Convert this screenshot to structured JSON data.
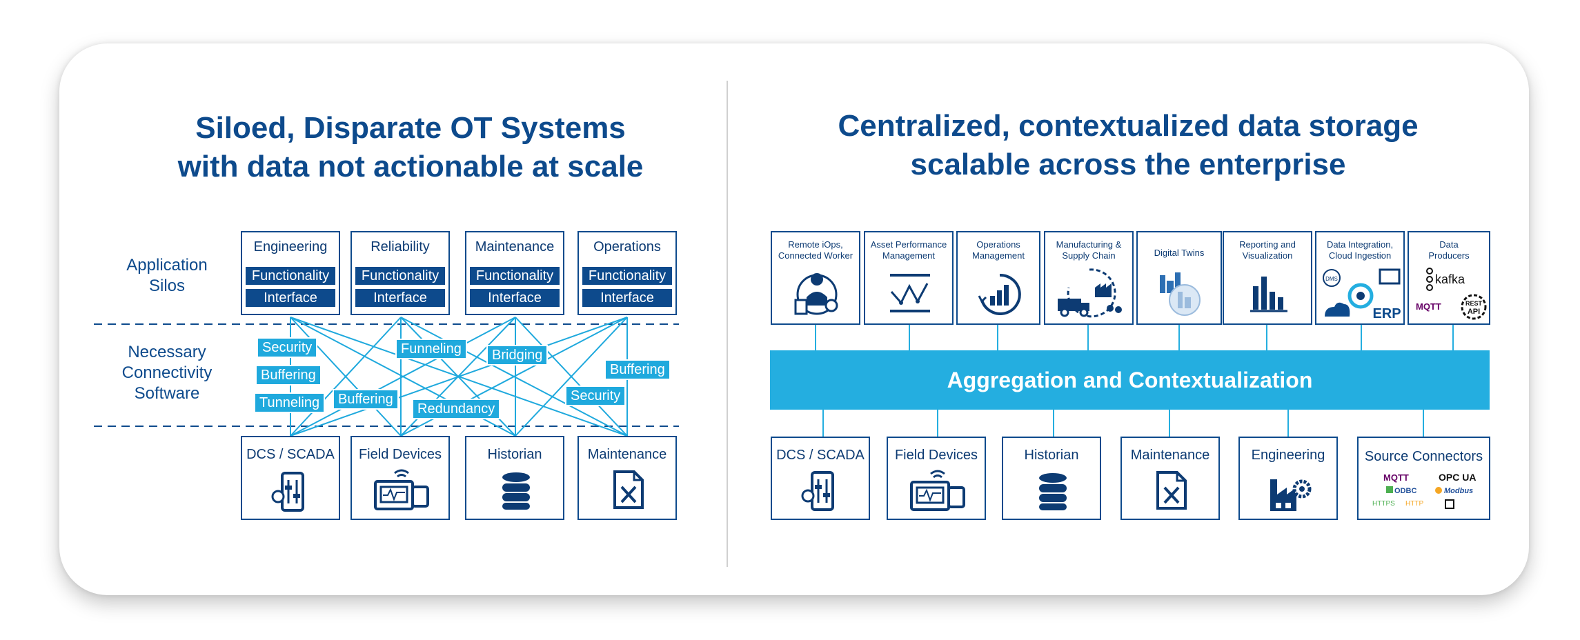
{
  "left": {
    "title_line1": "Siloed, Disparate OT Systems",
    "title_line2": "with data not actionable at scale",
    "label_silos_1": "Application",
    "label_silos_2": "Silos",
    "label_conn_1": "Necessary",
    "label_conn_2": "Connectivity",
    "label_conn_3": "Software",
    "silos": [
      {
        "name": "Engineering",
        "bar1": "Functionality",
        "bar2": "Interface"
      },
      {
        "name": "Reliability",
        "bar1": "Functionality",
        "bar2": "Interface"
      },
      {
        "name": "Maintenance",
        "bar1": "Functionality",
        "bar2": "Interface"
      },
      {
        "name": "Operations",
        "bar1": "Functionality",
        "bar2": "Interface"
      }
    ],
    "tags": [
      "Security",
      "Buffering",
      "Tunneling",
      "Buffering",
      "Funneling",
      "Redundancy",
      "Bridging",
      "Security",
      "Buffering"
    ],
    "sources": [
      "DCS / SCADA",
      "Field Devices",
      "Historian",
      "Maintenance"
    ]
  },
  "right": {
    "title_line1": "Centralized, contextualized data storage",
    "title_line2": "scalable across the enterprise",
    "hub": "Aggregation and Contextualization",
    "consumers": [
      {
        "line1": "Remote iOps,",
        "line2": "Connected Worker",
        "icon": "connected-worker-icon"
      },
      {
        "line1": "Asset Performance",
        "line2": "Management",
        "icon": "performance-chart-icon"
      },
      {
        "line1": "Operations",
        "line2": "Management",
        "icon": "operations-gauge-icon"
      },
      {
        "line1": "Manufacturing &",
        "line2": "Supply Chain",
        "icon": "supply-chain-icon"
      },
      {
        "line1": "Digital Twins",
        "line2": "",
        "icon": "digital-twin-icon"
      },
      {
        "line1": "Reporting and",
        "line2": "Visualization",
        "icon": "bar-chart-icon"
      },
      {
        "line1": "Data Integration,",
        "line2": "Cloud Ingestion",
        "icon": "cloud-integration-icon"
      },
      {
        "line1": "Data",
        "line2": "Producers",
        "icon": "data-producers-icon"
      }
    ],
    "integration_texts": {
      "dms": "DMS",
      "erp": "ERP"
    },
    "producer_texts": {
      "kafka": "kafka",
      "mqtt": "MQTT",
      "rest": "REST",
      "api": "API"
    },
    "sources": [
      "DCS / SCADA",
      "Field Devices",
      "Historian",
      "Maintenance",
      "Engineering"
    ],
    "source_connectors": {
      "title": "Source Connectors",
      "mqtt": "MQTT",
      "opcua": "OPC UA",
      "odbc": "ODBC",
      "modbus": "Modbus",
      "https": "HTTPS",
      "http": "HTTP"
    }
  },
  "colors": {
    "navy": "#0d4a8c",
    "cyan": "#24aee0",
    "tag": "#1fa9dd"
  }
}
